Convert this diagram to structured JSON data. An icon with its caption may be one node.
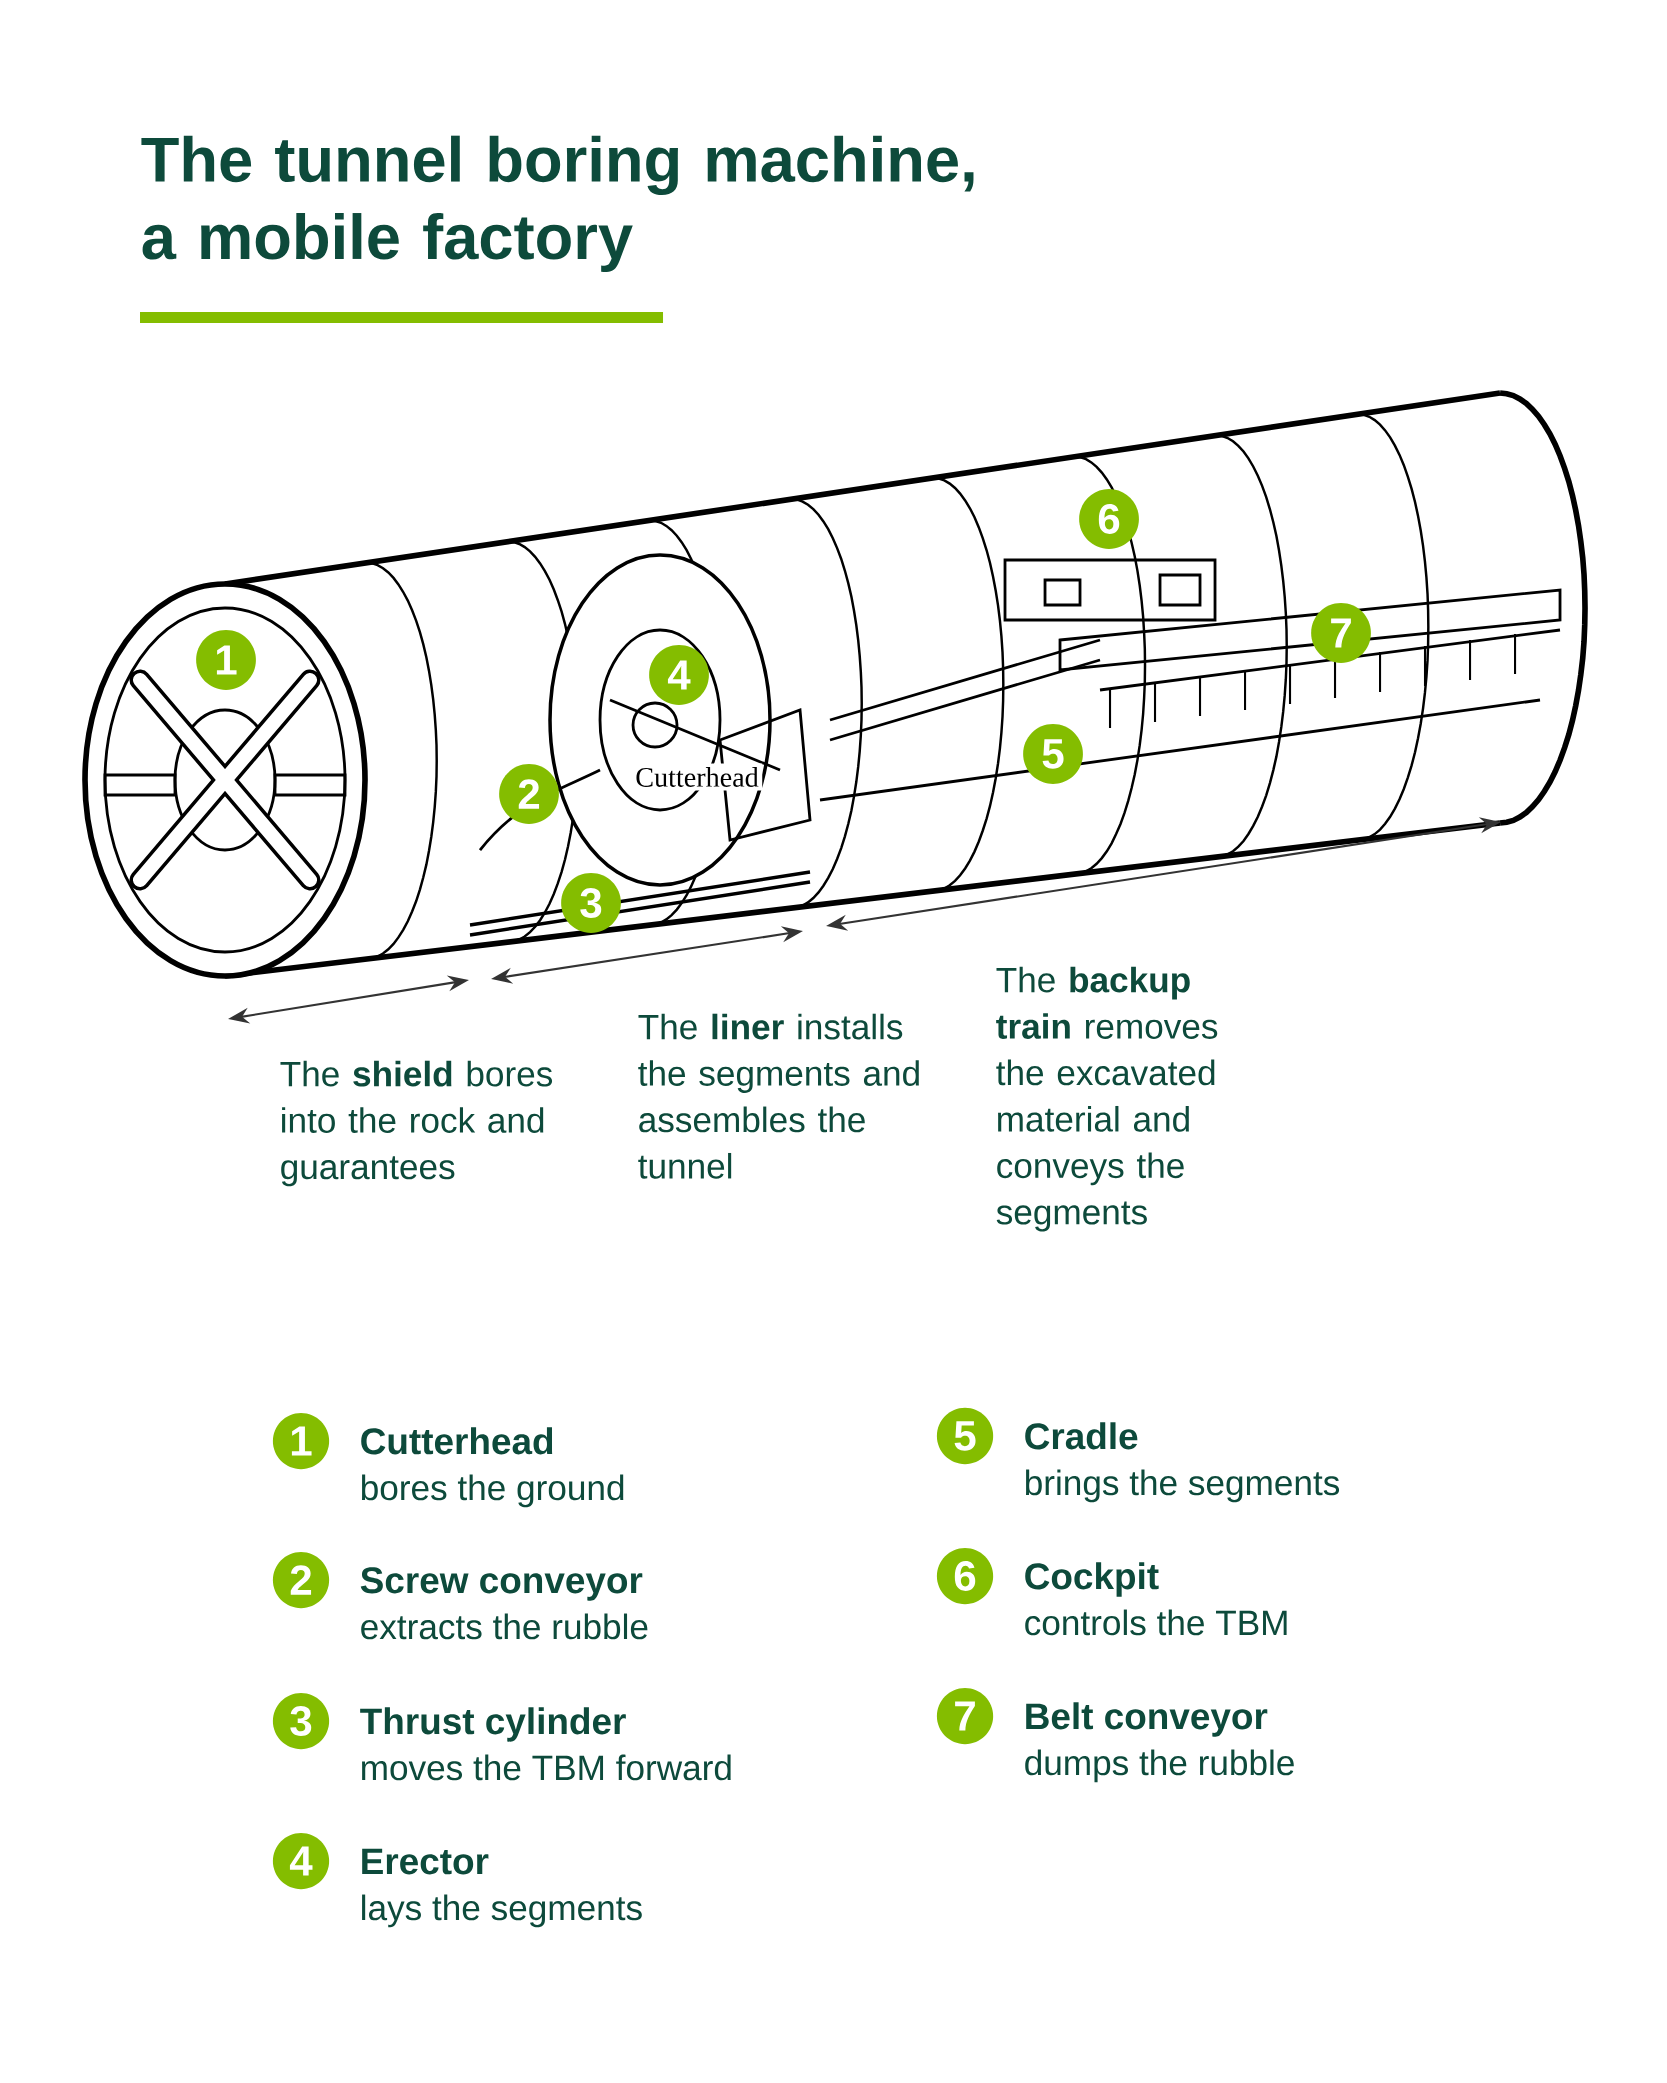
{
  "diagram": {
    "title": "The tunnel boring machine, a mobile factory",
    "labels": [
      "6",
      "7",
      "1",
      "4",
      "5",
      "2",
      "3",
      "Cutterhead",
      "The **shield** bores into the rock and guarantees",
      "The **liner** installs the segments and assembles the tunnel",
      "The **backup train** removes the excavated material and conveys the segments",
      "1",
      "Cutterhead",
      "bores the ground",
      "2",
      "Screw conveyor",
      "extracts the rubble",
      "3",
      "Thrust cylinder",
      "moves the TBM forward",
      "4",
      "Erector",
      "lays the segments",
      "5",
      "Cradle",
      "brings the segments",
      "6",
      "Cockpit",
      "controls the TBM",
      "7",
      "Belt conveyor",
      "dumps the rubble"
    ]
  }
}
